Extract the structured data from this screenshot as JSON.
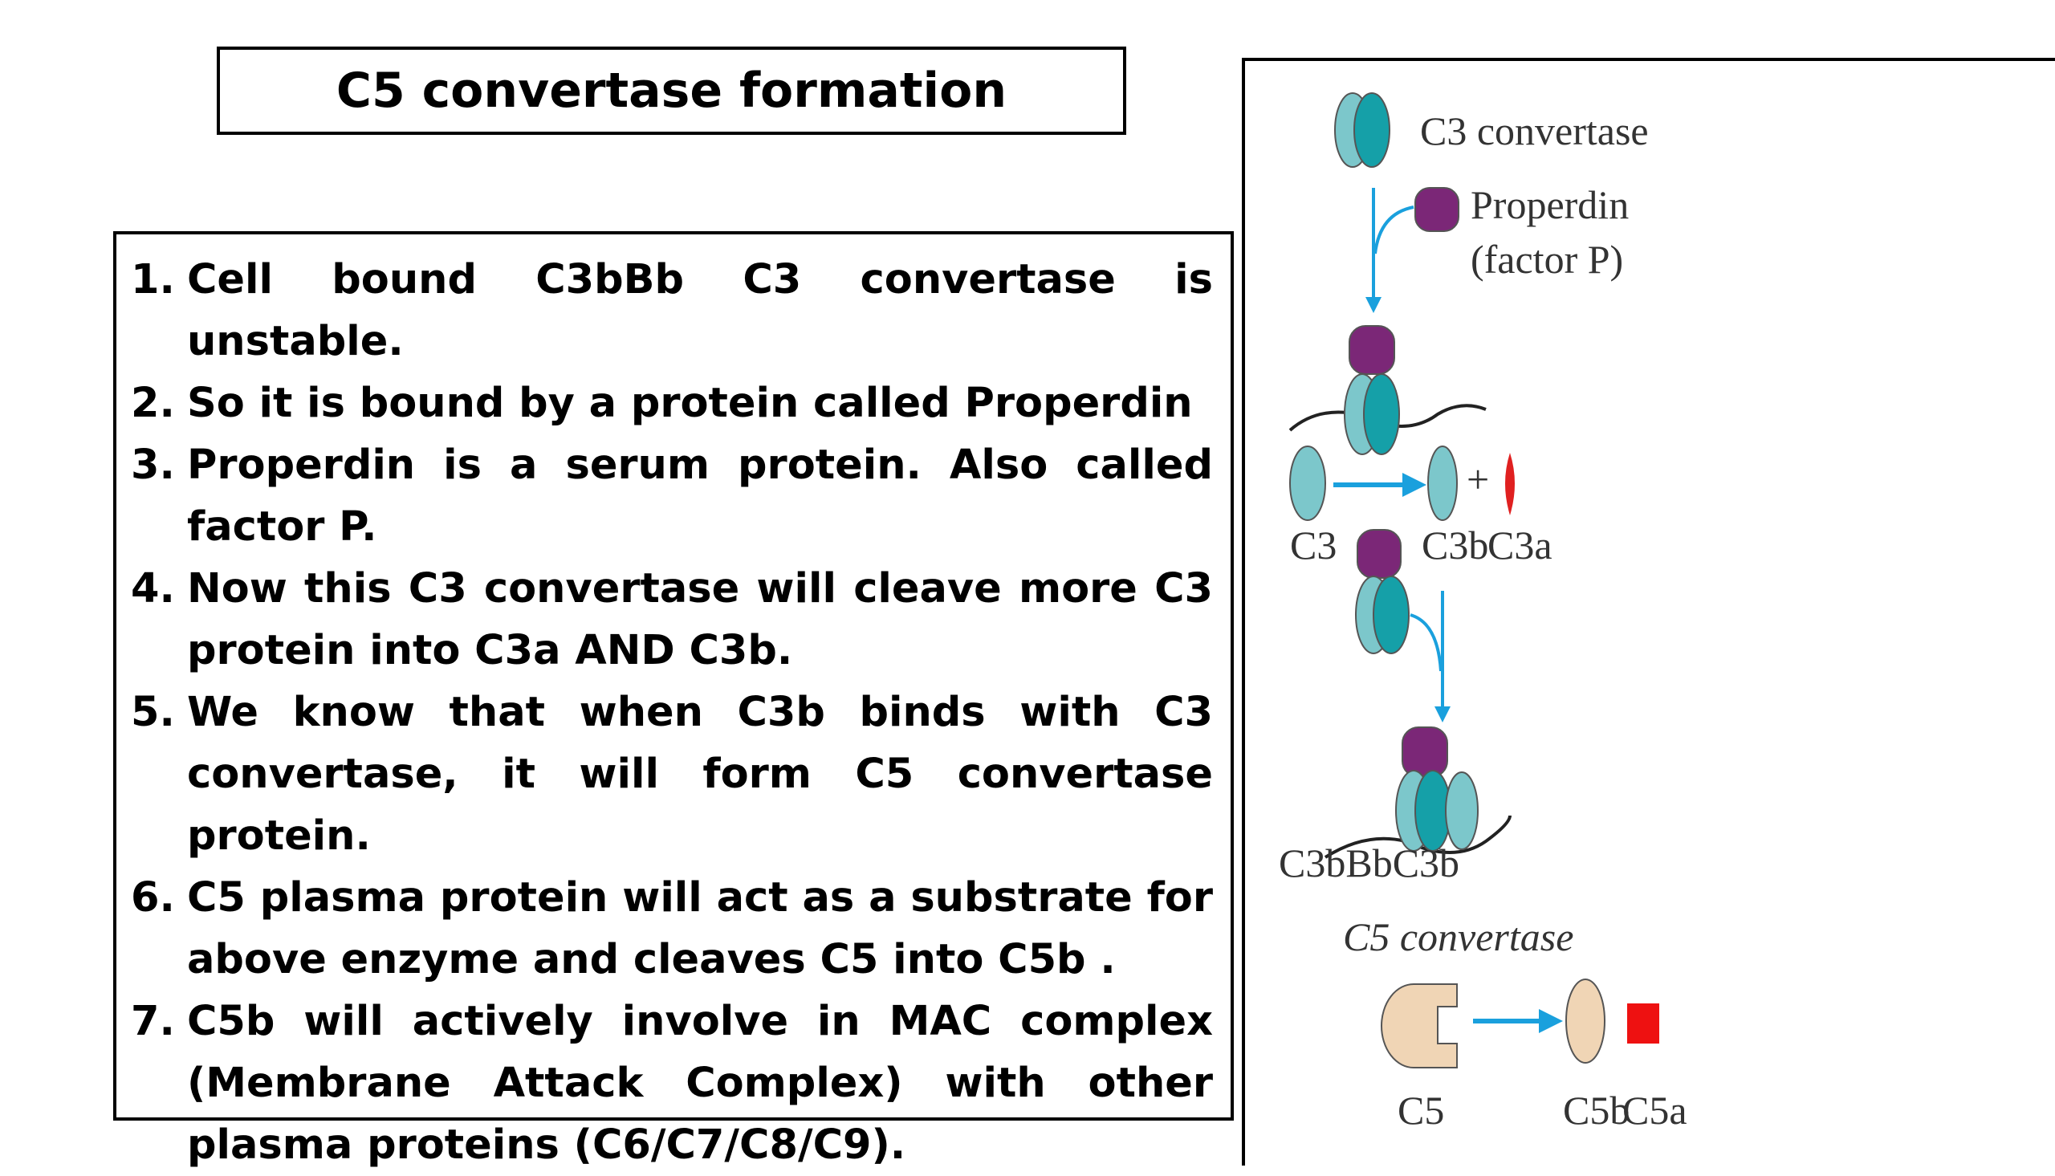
{
  "title": "C5 convertase formation",
  "points": [
    {
      "num": "1.",
      "text": "Cell bound C3bBb  C3 convertase is unstable."
    },
    {
      "num": "2.",
      "text": "So it is bound by a protein called Properdin"
    },
    {
      "num": "3.",
      "text": "Properdin is a serum protein. Also called factor P."
    },
    {
      "num": "4.",
      "text": "Now this C3 convertase will cleave more C3 protein into C3a AND C3b."
    },
    {
      "num": "5.",
      "text": "We know that when C3b binds with C3 convertase, it will form C5 convertase protein."
    },
    {
      "num": "6.",
      "text": "C5 plasma protein will act as a substrate for above enzyme and cleaves C5 into C5b ."
    },
    {
      "num": "7.",
      "text": "C5b will actively involve in MAC complex (Membrane Attack Complex) with other plasma proteins (C6/C7/C8/C9)."
    }
  ],
  "figure": {
    "c3_convertase": "C3 convertase",
    "properdin": "Properdin",
    "factor_p": "(factor P)",
    "c3": "C3",
    "plus": "+",
    "c3b": "C3b",
    "c3a": "C3a",
    "complex": "C3bBbC3b",
    "c5_convertase": "C5 convertase",
    "c5": "C5",
    "c5b": "C5b",
    "c5a": "C5a"
  },
  "colors": {
    "teal_dark": "#15a0a8",
    "teal_light": "#7cc7cb",
    "purple": "#7b2777",
    "arrow_blue": "#1aa0dd",
    "c3a_red": "#e02020",
    "c5_beige": "#f0d5b5",
    "c5a_red": "#ee1111"
  }
}
